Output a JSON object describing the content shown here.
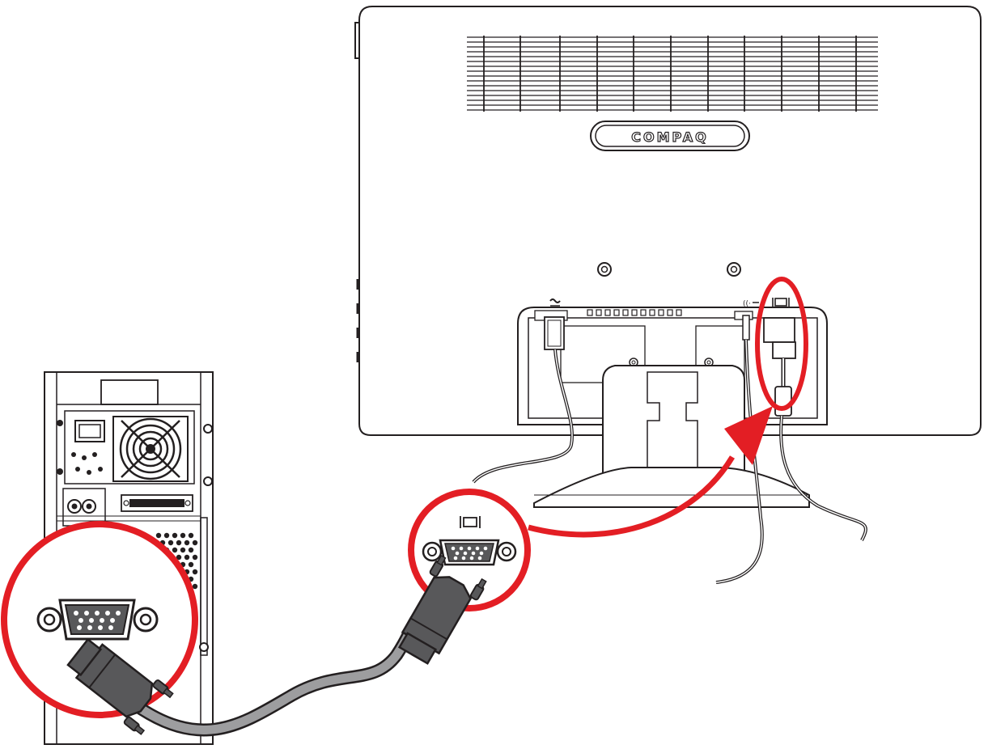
{
  "monitor": {
    "brand_logo": "COMPAQ",
    "ports": [
      "ac-power",
      "audio-in",
      "vga-in"
    ]
  },
  "computer": {
    "ports": [
      "ac-power",
      "audio",
      "vga-out"
    ]
  },
  "callouts": [
    {
      "id": "computer-vga-port",
      "icon": "vga-port-icon"
    },
    {
      "id": "cable-vga-end",
      "icon": "vga-symbol-icon"
    },
    {
      "id": "monitor-vga-port",
      "icon": "vga-symbol-icon"
    }
  ],
  "colors": {
    "highlight": "#e31e24",
    "line": "#231f20",
    "connector": "#58585a",
    "cable": "#9d9d9f"
  }
}
